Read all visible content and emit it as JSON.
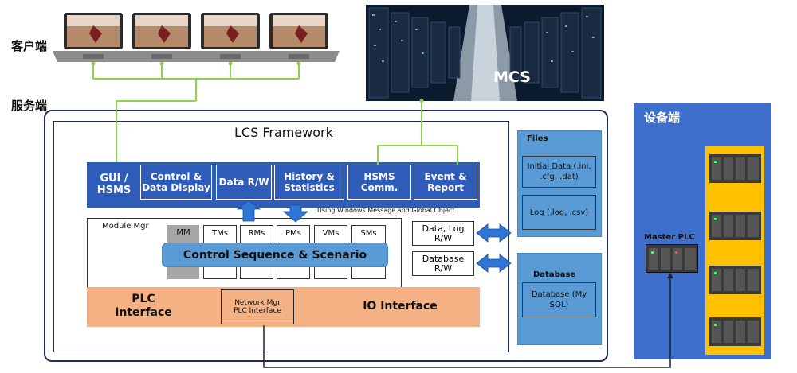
{
  "labels": {
    "client": "客户端",
    "server": "服务端",
    "device": "设备端",
    "mcs": "MCS"
  },
  "framework": {
    "title": "LCS Framework",
    "gui": "GUI / HSMS",
    "boxes": [
      "Control & Data Display",
      "Data R/W",
      "History & Statistics",
      "HSMS Comm.",
      "Event & Report"
    ],
    "windows_message_note": "Using Windows Message and Global Object",
    "module_mgr": "Module Mgr",
    "modules": [
      "MM",
      "TMs",
      "RMs",
      "PMs",
      "VMs",
      "SMs"
    ],
    "control_sequence": "Control Sequence & Scenario",
    "data_log": "Data, Log R/W",
    "database_rw": "Database R/W",
    "plc_interface": "PLC Interface",
    "network_mgr": "Network Mgr",
    "network_plc": "PLC Interface",
    "io_interface": "IO Interface"
  },
  "files": {
    "title": "Files",
    "initial_data": "Initial Data (.ini, .cfg, .dat)",
    "log": "Log (.log, .csv)"
  },
  "database": {
    "title": "Database",
    "box": "Database (My SQL)"
  },
  "device": {
    "master_plc": "Master PLC"
  },
  "colors": {
    "dark_blue": "#2e5cb8",
    "light_blue": "#5b9bd5",
    "navy_border": "#1f2d5c",
    "green_line": "#8ed14a",
    "orange": "#f4b183",
    "yellow": "#ffc000",
    "device_bg": "#3e6fcc"
  }
}
